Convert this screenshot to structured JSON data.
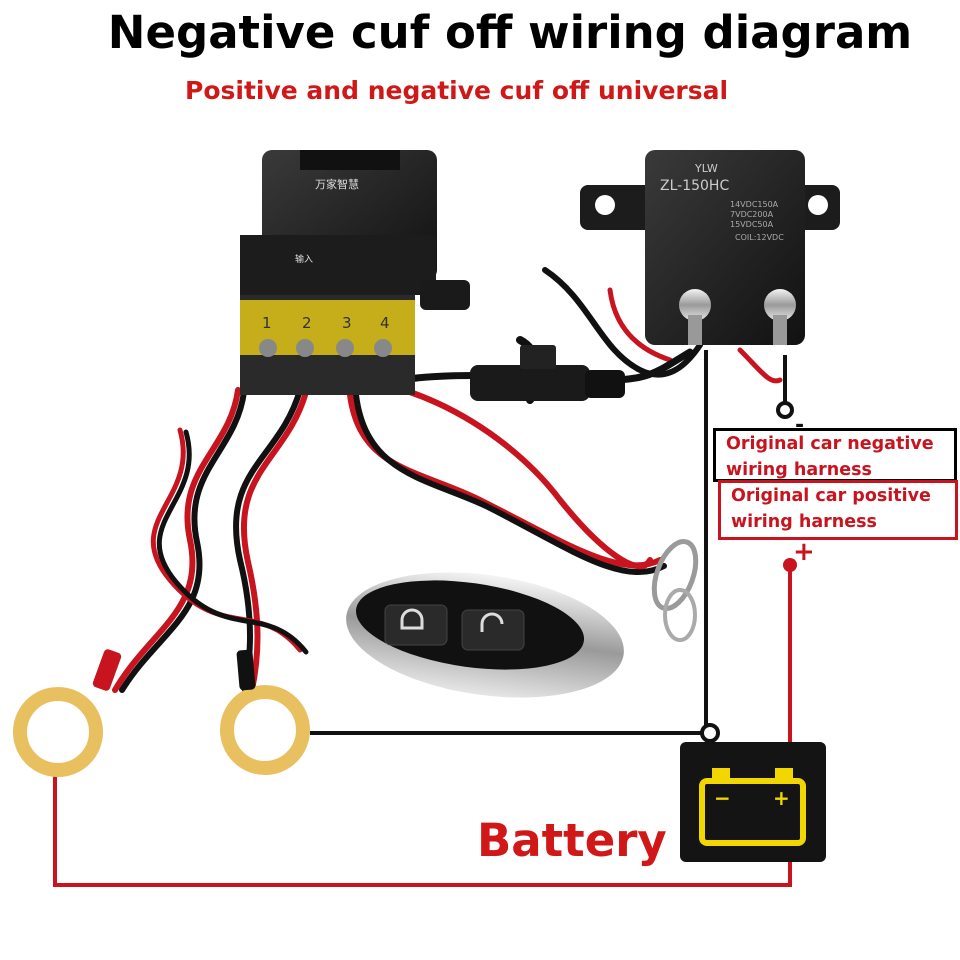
{
  "title": "Negative cuf off wiring diagram",
  "subtitle": "Positive and negative cuf off universal",
  "receiver": {
    "brand_label": "万家智慧",
    "input_label": "输入",
    "terminals": [
      "1",
      "2",
      "3",
      "4"
    ]
  },
  "relay": {
    "brand": "YLW",
    "model": "ZL-150HC",
    "ratings": [
      "14VDC150A",
      "7VDC200A",
      "15VDC50A"
    ],
    "coil": "COIL:12VDC"
  },
  "harness": {
    "negative_label": "Original car negative wiring harness",
    "positive_label": "Original car positive wiring harness"
  },
  "battery": {
    "label": "Battery",
    "minus_symbol": "−",
    "plus_symbol": "+"
  },
  "wire_marks": {
    "negative_marker": "-",
    "positive_marker": "+"
  },
  "colors": {
    "positive_wire": "#c8141e",
    "negative_wire": "#111111",
    "battery_icon": "#f2d600",
    "title": "#000000",
    "subtitle": "#d01818",
    "ring_terminal": "#e8c060"
  }
}
